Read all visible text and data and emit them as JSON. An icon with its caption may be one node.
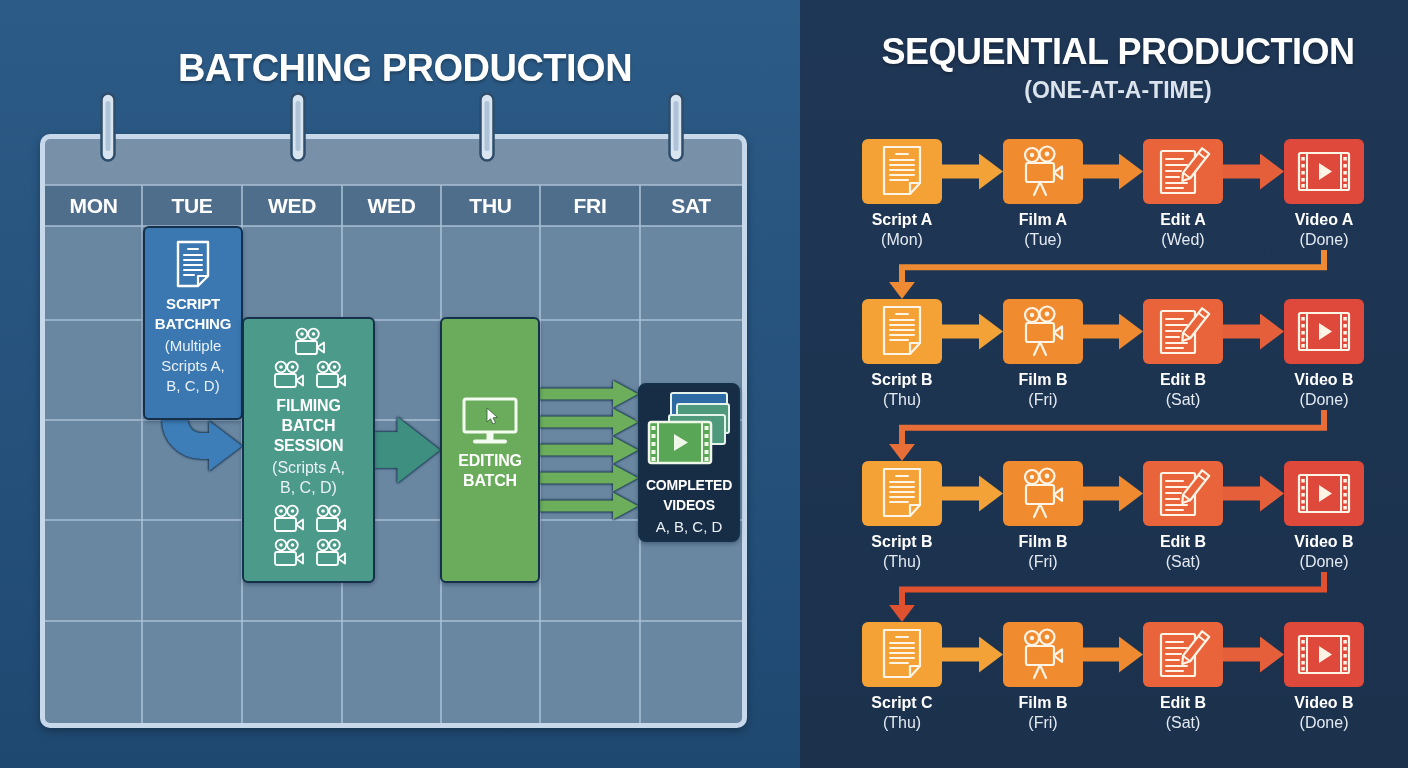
{
  "diagram": {
    "nodes": [
      {
        "text": [
          "SCRIPT BATCHING",
          "(Multiple Scripts A, B, C, D)"
        ]
      },
      {
        "text": [
          "FILMING BATCH SESSION",
          "(Scripts A, B, C, D)"
        ]
      },
      {
        "text": [
          "EDITING BATCH"
        ]
      },
      {
        "text": [
          "COMPLETED VIDEOS",
          "A, B, C, D"
        ]
      },
      {
        "text": [
          "Script A",
          "(Mon)"
        ]
      },
      {
        "text": [
          "Film A",
          "(Tue)"
        ]
      },
      {
        "text": [
          "Edit A",
          "(Wed)"
        ]
      },
      {
        "text": [
          "Video A",
          "(Done)"
        ]
      },
      {
        "text": [
          "Script B",
          "(Thu)"
        ]
      },
      {
        "text": [
          "Film B",
          "(Fri)"
        ]
      },
      {
        "text": [
          "Edit B",
          "(Sat)"
        ]
      },
      {
        "text": [
          "Video B",
          "(Done)"
        ]
      },
      {
        "text": [
          "Script B",
          "(Thu)"
        ]
      },
      {
        "text": [
          "Film B",
          "(Fri)"
        ]
      },
      {
        "text": [
          "Edit B",
          "(Sat)"
        ]
      },
      {
        "text": [
          "Video B",
          "(Done)"
        ]
      },
      {
        "text": [
          "Script C",
          "(Thu)"
        ]
      },
      {
        "text": [
          "Film B",
          "(Fri)"
        ]
      },
      {
        "text": [
          "Edit B",
          "(Sat)"
        ]
      },
      {
        "text": [
          "Video B",
          "(Done)"
        ]
      }
    ],
    "edges": [
      {
        "from": 0,
        "to": 1,
        "arrow": "to",
        "style": "thick",
        "color": "#3d7eb8"
      },
      {
        "from": 1,
        "to": 2,
        "arrow": "to",
        "style": "thick",
        "color": "#3f8f80"
      },
      {
        "from": 2,
        "to": 3,
        "arrow": "to",
        "color": "#6cae5b"
      },
      {
        "from": 2,
        "to": 3,
        "arrow": "to",
        "color": "#6cae5b"
      },
      {
        "from": 2,
        "to": 3,
        "arrow": "to",
        "color": "#6cae5b"
      },
      {
        "from": 2,
        "to": 3,
        "arrow": "to",
        "color": "#6cae5b"
      },
      {
        "from": 2,
        "to": 3,
        "arrow": "to",
        "color": "#6cae5b"
      },
      {
        "from": 4,
        "to": 5,
        "arrow": "to",
        "color": "#f2a236"
      },
      {
        "from": 5,
        "to": 6,
        "arrow": "to",
        "color": "#ef8a31"
      },
      {
        "from": 6,
        "to": 7,
        "arrow": "to",
        "color": "#e65f3b"
      },
      {
        "from": 7,
        "to": 8,
        "arrow": "to",
        "color": "#ee8a33"
      },
      {
        "from": 8,
        "to": 9,
        "arrow": "to",
        "color": "#f2a236"
      },
      {
        "from": 9,
        "to": 10,
        "arrow": "to",
        "color": "#ef8a31"
      },
      {
        "from": 10,
        "to": 11,
        "arrow": "to",
        "color": "#e65f3b"
      },
      {
        "from": 11,
        "to": 12,
        "arrow": "to",
        "color": "#e86e37"
      },
      {
        "from": 12,
        "to": 13,
        "arrow": "to",
        "color": "#f2a236"
      },
      {
        "from": 13,
        "to": 14,
        "arrow": "to",
        "color": "#ef8a31"
      },
      {
        "from": 14,
        "to": 15,
        "arrow": "to",
        "color": "#e65f3b"
      },
      {
        "from": 15,
        "to": 16,
        "arrow": "to",
        "color": "#e0522f"
      },
      {
        "from": 16,
        "to": 17,
        "arrow": "to",
        "color": "#f2a236"
      },
      {
        "from": 17,
        "to": 18,
        "arrow": "to",
        "color": "#ef8a31"
      },
      {
        "from": 18,
        "to": 19,
        "arrow": "to",
        "color": "#e65f3b"
      }
    ],
    "labels": [
      "BATCHING PRODUCTION",
      "SEQUENTIAL PRODUCTION",
      "(ONE-AT-A-TIME)",
      "MON",
      "TUE",
      "WED",
      "WED",
      "THU",
      "FRI",
      "SAT"
    ]
  }
}
